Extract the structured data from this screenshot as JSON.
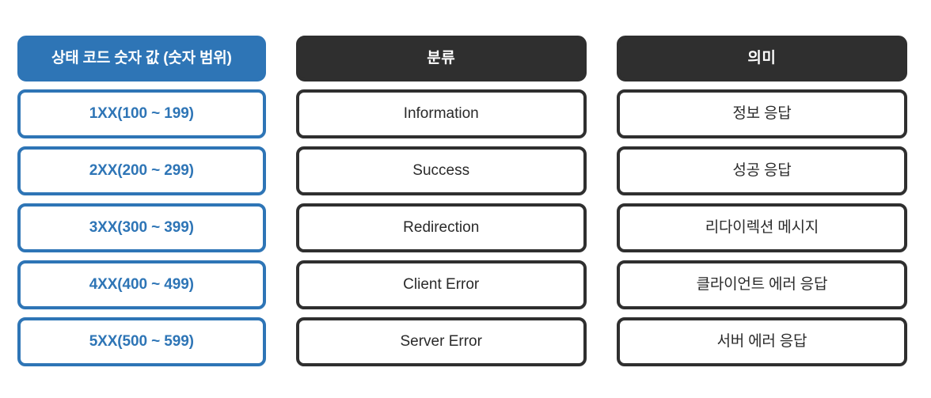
{
  "table": {
    "columns": [
      {
        "id": "status-code-range",
        "header": "상태 코드 숫자 값 (숫자 범위)",
        "header_style": "blue",
        "cell_style": "blue",
        "cells": [
          "1XX(100 ~ 199)",
          "2XX(200 ~ 299)",
          "3XX(300 ~ 399)",
          "4XX(400 ~ 499)",
          "5XX(500 ~ 599)"
        ]
      },
      {
        "id": "category",
        "header": "분류",
        "header_style": "dark",
        "cell_style": "dark",
        "cells": [
          "Information",
          "Success",
          "Redirection",
          "Client Error",
          "Server Error"
        ]
      },
      {
        "id": "meaning",
        "header": "의미",
        "header_style": "dark",
        "cell_style": "dark",
        "cells": [
          "정보 응답",
          "성공 응답",
          "리다이렉션 메시지",
          "클라이언트 에러 응답",
          "서버 에러 응답"
        ]
      }
    ]
  },
  "colors": {
    "accent_blue": "#2e75b6",
    "dark": "#2f2f2f",
    "background": "#ffffff",
    "dark_text": "#2a2a2a",
    "header_text": "#ffffff"
  }
}
